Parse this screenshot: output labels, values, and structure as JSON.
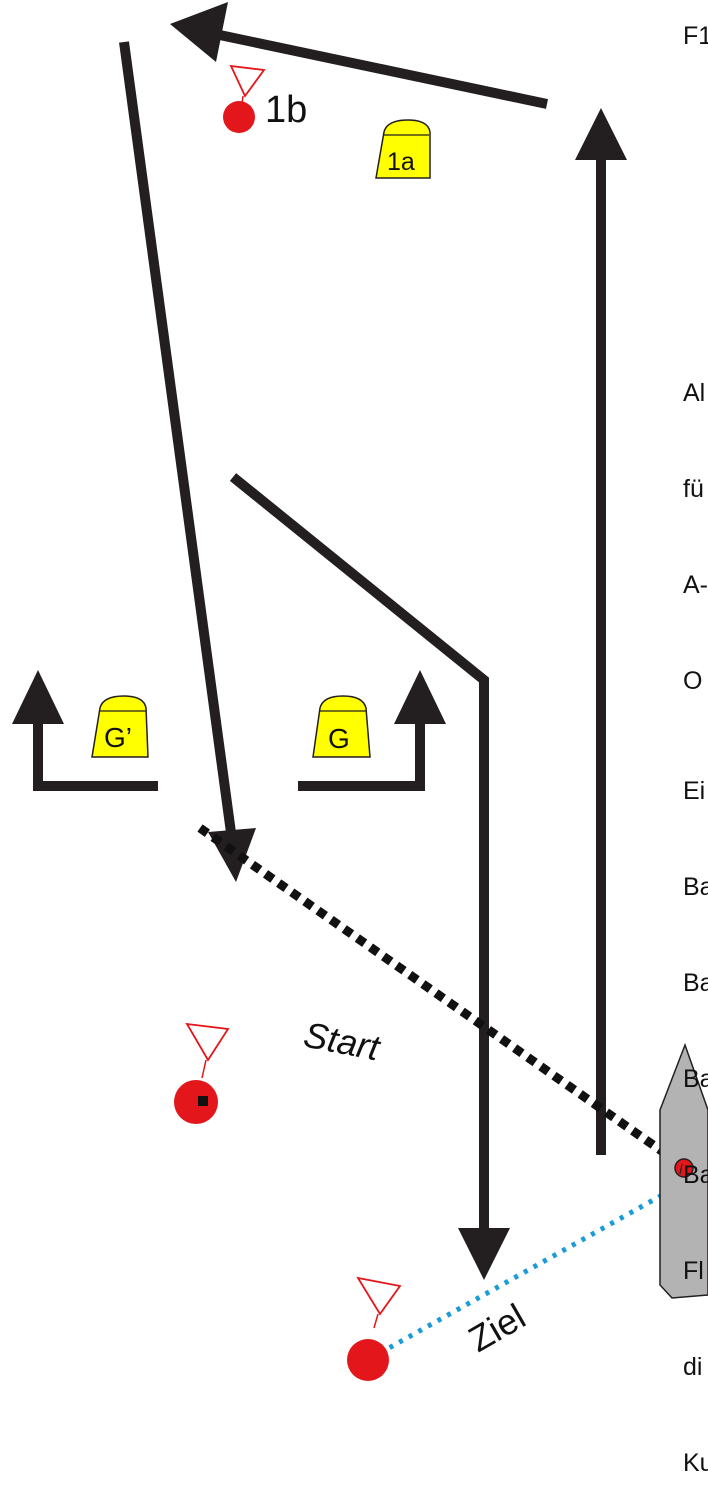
{
  "colors": {
    "arrow": "#231f20",
    "buoy_red": "#e3171b",
    "buoy_yellow": "#ffff00",
    "flag_red": "#e3171b",
    "committee_boat": "#b3b3b3",
    "finish_line": "#1b9bd7"
  },
  "marks": {
    "mark_1b": "1b",
    "mark_1a": "1a",
    "gate_left": "G’",
    "gate_right": "G"
  },
  "lines": {
    "start_label": "Start",
    "finish_label": "Ziel"
  },
  "side_text": {
    "top": "F1",
    "middle": [
      "Al",
      "fü",
      "A-",
      "O"
    ],
    "bottom": [
      "Ei",
      "Ba",
      "Ba",
      "Ba",
      "Ba",
      "Fl",
      "di",
      "Ku"
    ]
  }
}
